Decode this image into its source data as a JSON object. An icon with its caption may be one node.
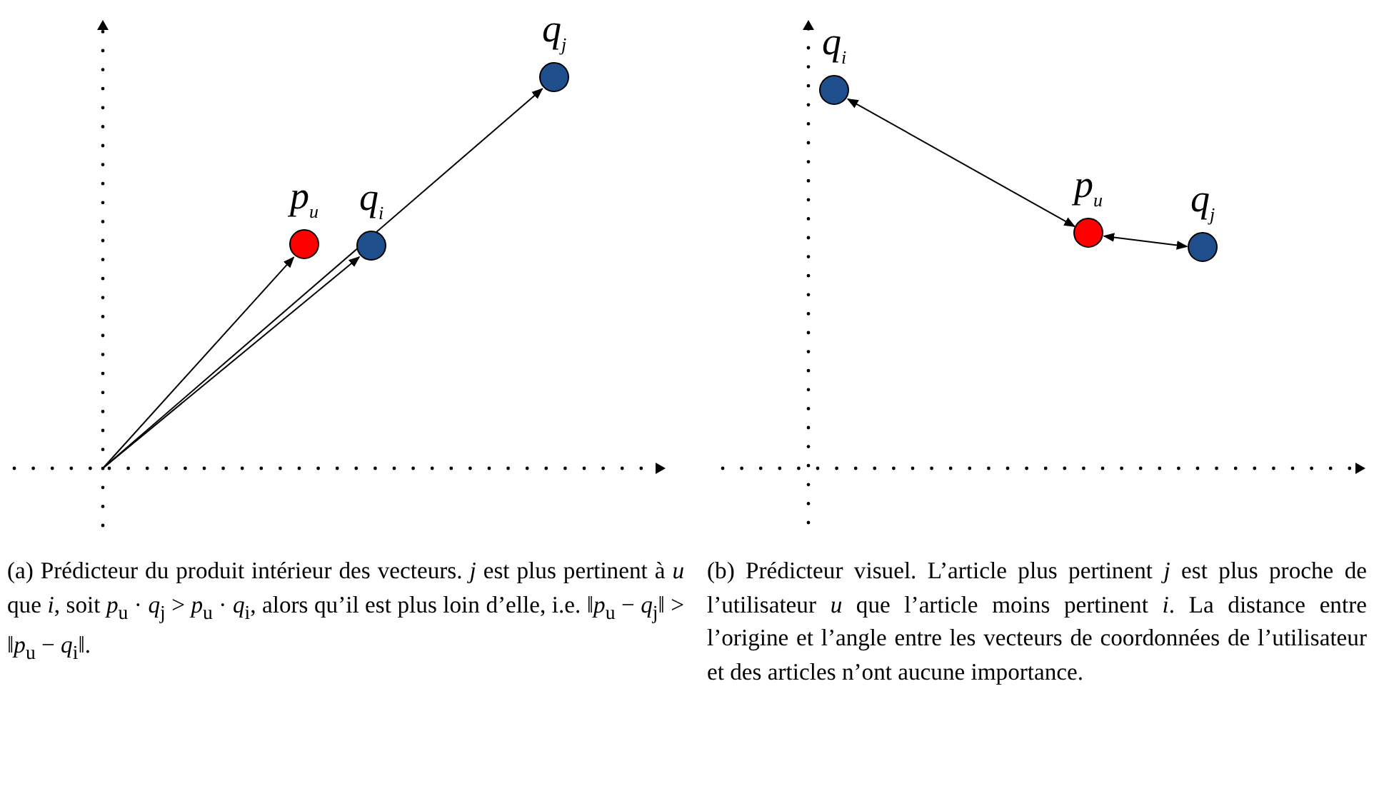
{
  "diagram": {
    "nodes": [
      {
        "text": [
          "p$_{u}$"
        ]
      },
      {
        "text": [
          "q$_{i}$"
        ]
      },
      {
        "text": [
          "q$_{j}$"
        ]
      },
      {
        "text": [
          "q$_{i}$"
        ]
      },
      {
        "text": [
          "p$_{u}$"
        ]
      },
      {
        "text": [
          "q$_{j}$"
        ]
      }
    ],
    "edges": [
      {
        "from": null,
        "to": 0,
        "arrow": "to"
      },
      {
        "from": null,
        "to": 1,
        "arrow": "to"
      },
      {
        "from": null,
        "to": 2,
        "arrow": "to"
      },
      {
        "from": 3,
        "to": 4,
        "arrow": "both"
      },
      {
        "from": 4,
        "to": 5,
        "arrow": "both"
      }
    ],
    "labels": [
      "(a) Prédicteur du produit intérieur des vecteurs. *j* est plus pertinent à *u* que *i*, soit *p*$_{u}$ · *q*$_{j}$ > *p*$_{u}$ · *q*$_{i}$, alors qu’il est plus loin d’elle, i.e. ‖*p*$_{u}$ − *q*$_{j}$‖ > ‖*p*$_{u}$ − *q*$_{i}$‖.",
      "(b) Prédicteur visuel. L’article plus pertinent *j* est plus proche de l’utilisateur *u* que l’article moins pertinent *i*. La distance entre l’origine et l’angle entre les vecteurs de coordonnées de l’utilisateur et des articles n’ont aucune importance."
    ]
  }
}
